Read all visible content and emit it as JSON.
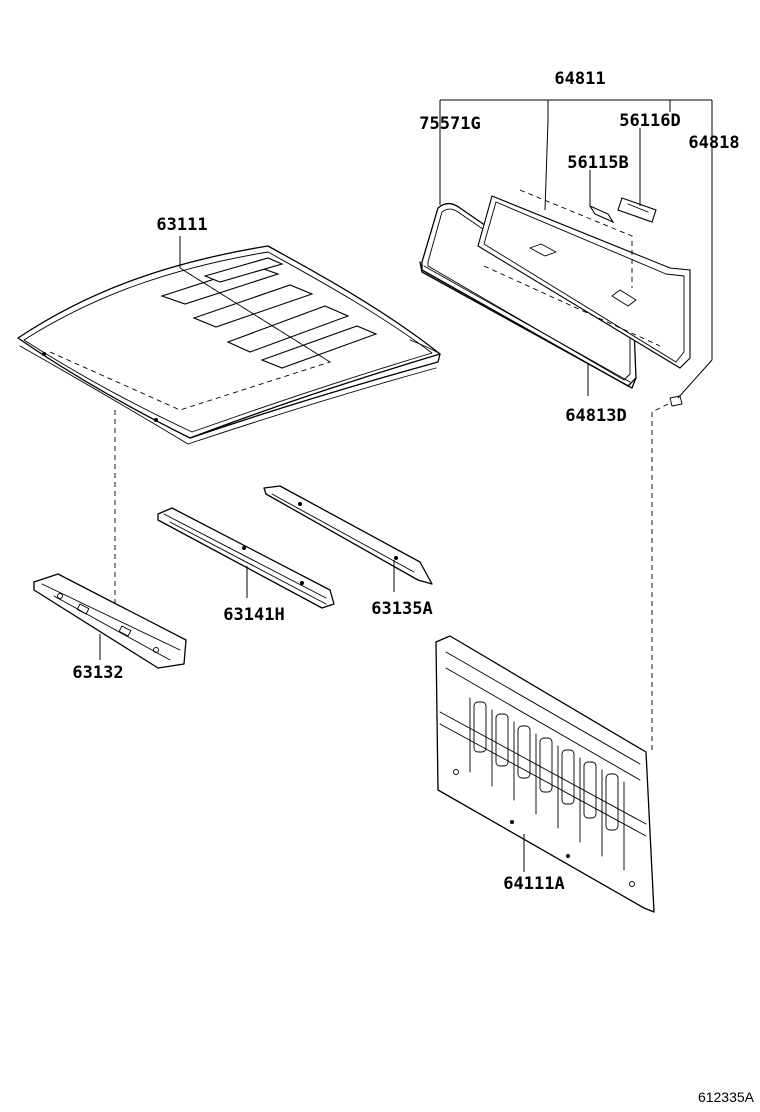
{
  "diagram": {
    "ref_code": "612335A",
    "parts": {
      "roof_panel": "63111",
      "rear_window_assembly": "64811",
      "weatherstrip": "75571G",
      "stopper_d": "56116D",
      "stopper_b": "56115B",
      "window_glass": "64818",
      "lower_seal": "64813D",
      "roof_rail_center": "63141H",
      "roof_rail_rear": "63135A",
      "front_header": "63132",
      "back_panel": "64111A"
    }
  }
}
